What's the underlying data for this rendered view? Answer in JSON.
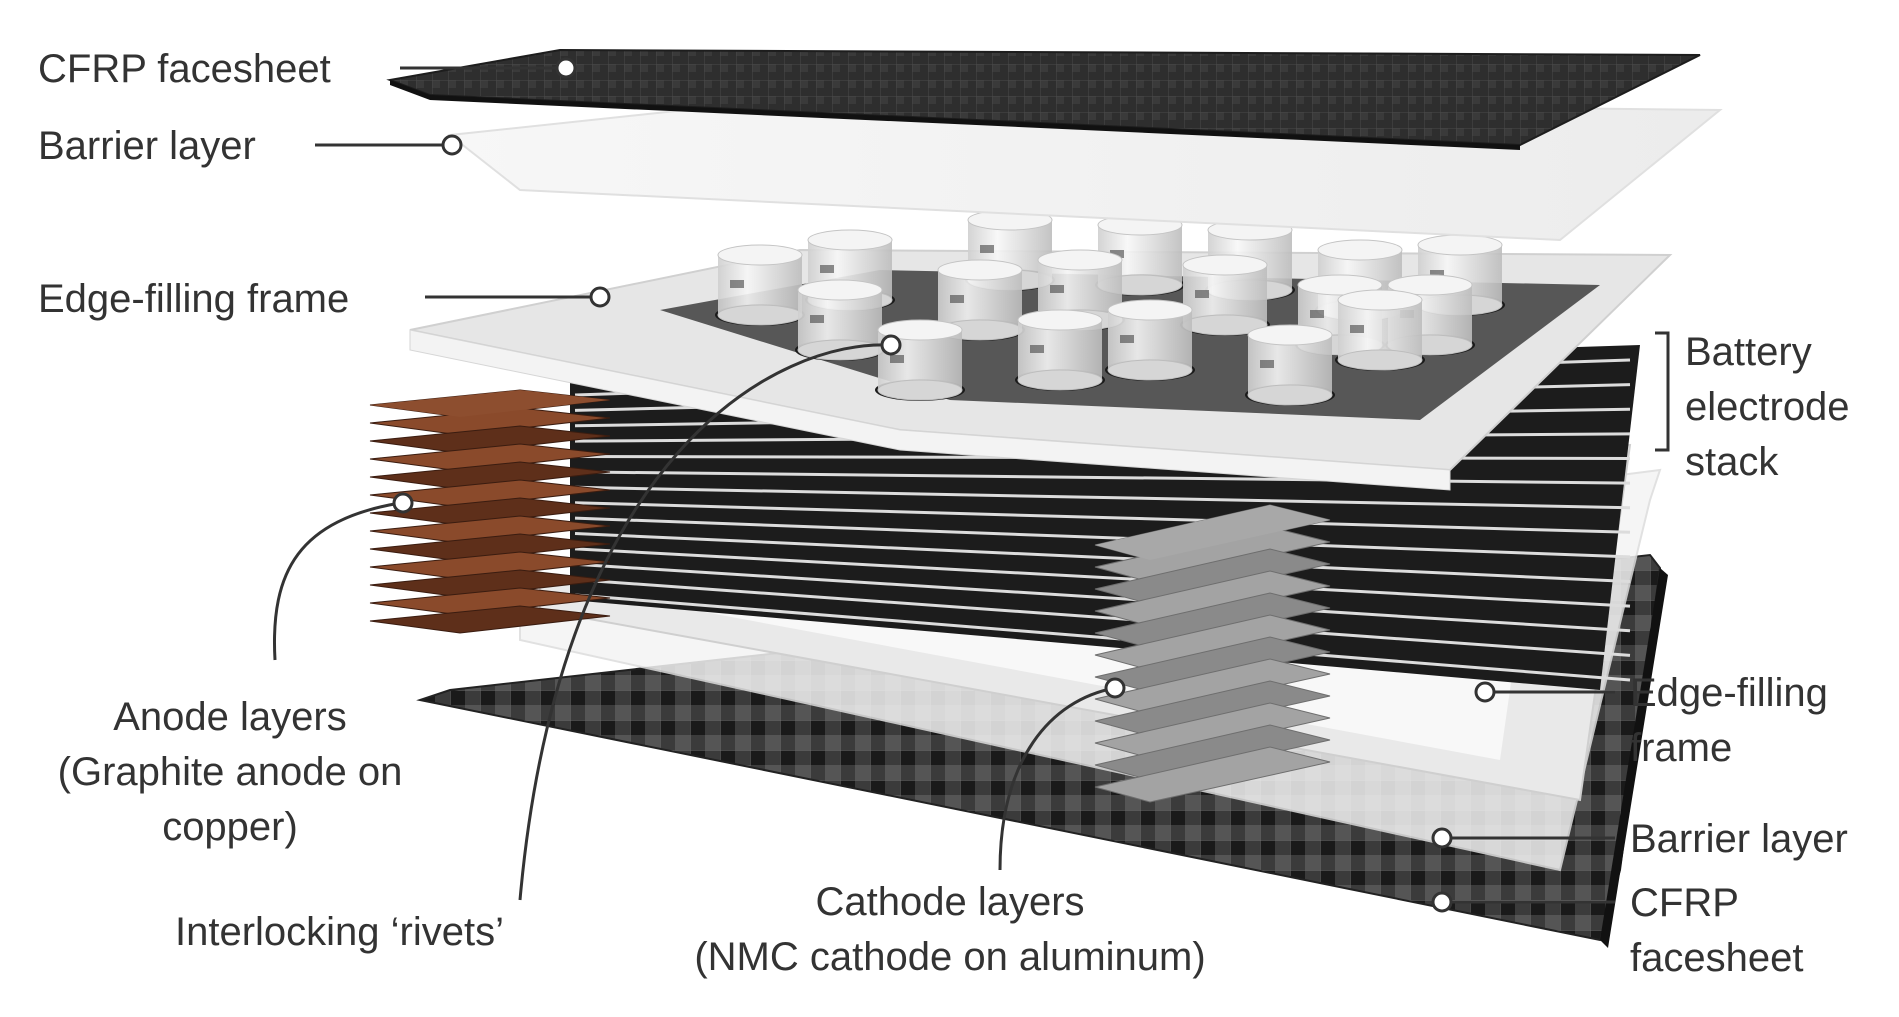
{
  "labels": {
    "top_cfrp_facesheet": "CFRP facesheet",
    "top_barrier_layer": "Barrier layer",
    "top_edge_filling_frame": "Edge-filling frame",
    "battery_stack": [
      "Battery",
      "electrode",
      "stack"
    ],
    "anode_layers": [
      "Anode layers",
      "(Graphite anode on",
      "copper)"
    ],
    "interlocking_rivets": "Interlocking ‘rivets’",
    "cathode_layers": [
      "Cathode layers",
      "(NMC cathode on aluminum)"
    ],
    "bottom_edge_filling_frame": [
      "Edge-filling",
      "frame"
    ],
    "bottom_barrier_layer": "Barrier layer",
    "bottom_cfrp_facesheet": [
      "CFRP",
      "facesheet"
    ]
  },
  "colors": {
    "text": "#333333",
    "cfrp": "#2b2b2b",
    "barrier": "#f2f2f2",
    "frame": "#ececec",
    "stack_dark": "#1e1e1e",
    "copper": "#7a3f25",
    "cathode": "#9a9a9a",
    "rivet": "#e4e4e4"
  }
}
